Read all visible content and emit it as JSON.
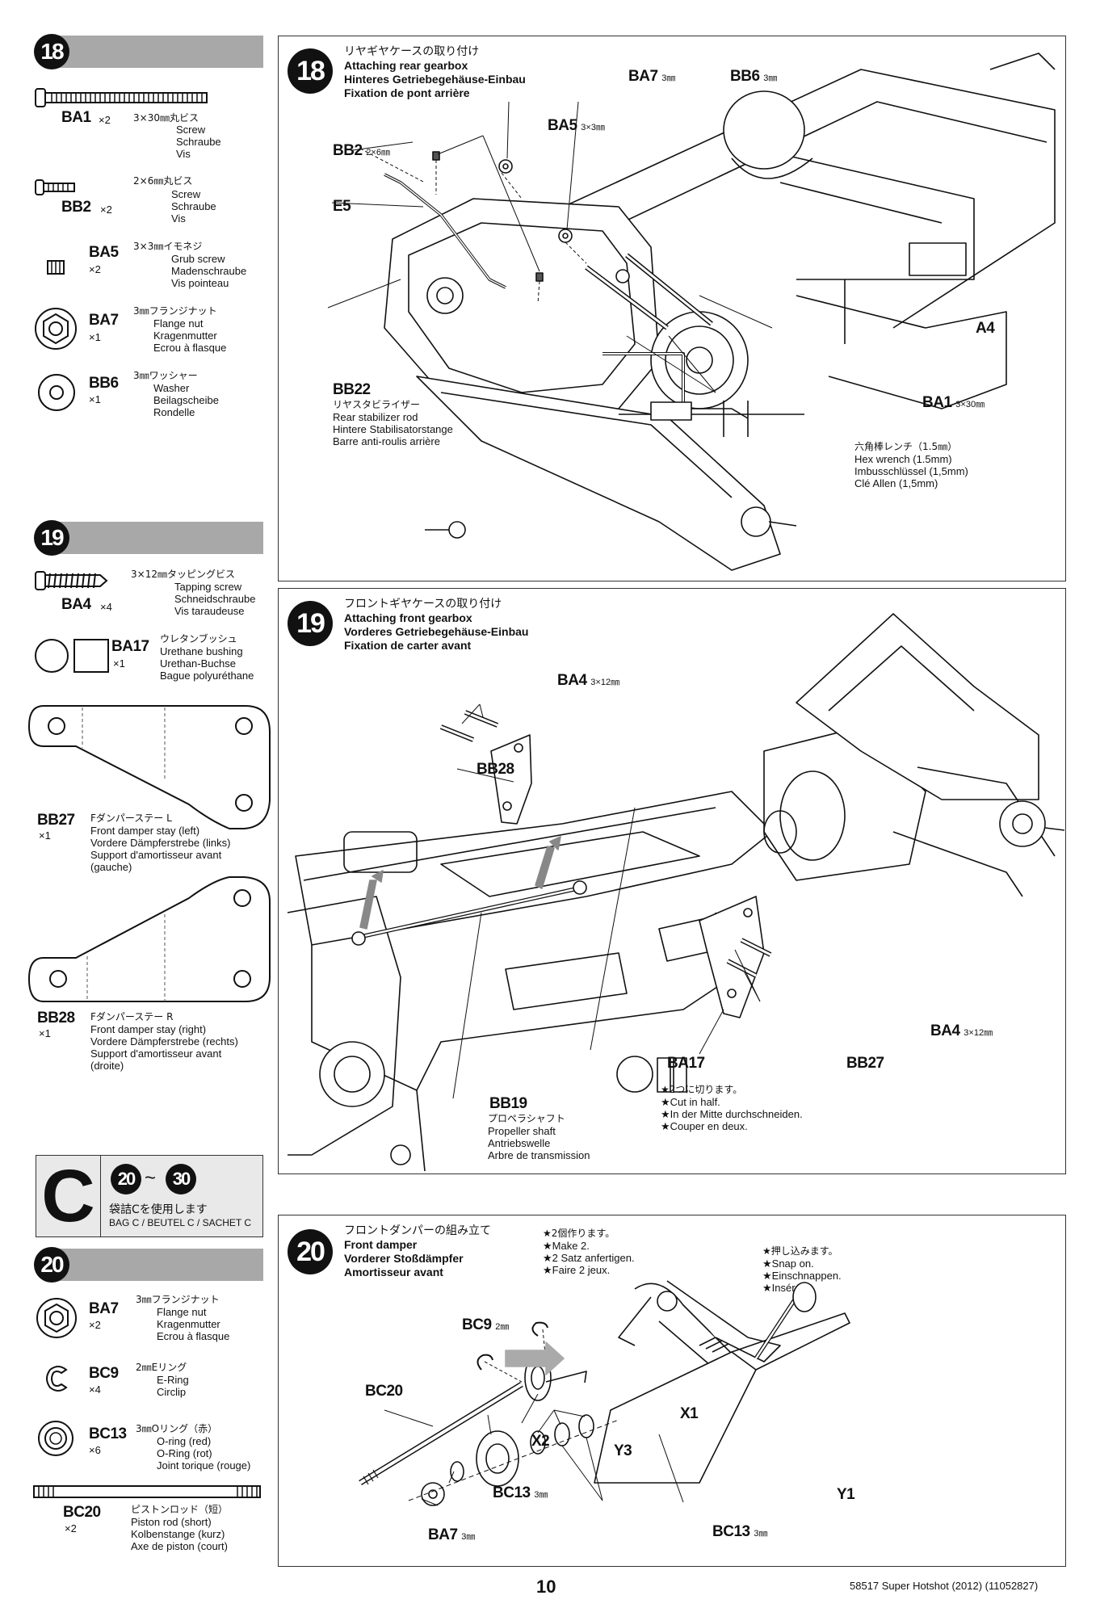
{
  "left": {
    "step18": {
      "num": "18",
      "parts": [
        {
          "code": "BA1",
          "qty": "×2",
          "ja": "3×30㎜丸ビス",
          "desc": [
            "Screw",
            "Schraube",
            "Vis"
          ]
        },
        {
          "code": "BB2",
          "qty": "×2",
          "ja": "2×6㎜丸ビス",
          "desc": [
            "Screw",
            "Schraube",
            "Vis"
          ]
        },
        {
          "code": "BA5",
          "qty": "×2",
          "ja": "3×3㎜イモネジ",
          "desc": [
            "Grub screw",
            "Madenschraube",
            "Vis pointeau"
          ]
        },
        {
          "code": "BA7",
          "qty": "×1",
          "ja": "3㎜フランジナット",
          "desc": [
            "Flange nut",
            "Kragenmutter",
            "Ecrou à flasque"
          ]
        },
        {
          "code": "BB6",
          "qty": "×1",
          "ja": "3㎜ワッシャー",
          "desc": [
            "Washer",
            "Beilagscheibe",
            "Rondelle"
          ]
        }
      ]
    },
    "step19": {
      "num": "19",
      "parts": [
        {
          "code": "BA4",
          "qty": "×4",
          "ja": "3×12㎜タッピングビス",
          "desc": [
            "Tapping screw",
            "Schneidschraube",
            "Vis taraudeuse"
          ]
        },
        {
          "code": "BA17",
          "qty": "×1",
          "ja": "ウレタンブッシュ",
          "desc": [
            "Urethane bushing",
            "Urethan-Buchse",
            "Bague polyuréthane"
          ]
        },
        {
          "code": "BB27",
          "qty": "×1",
          "ja": "Fダンパーステー L",
          "desc": [
            "Front damper stay (left)",
            "Vordere Dämpferstrebe (links)",
            "Support d'amortisseur avant",
            "(gauche)"
          ]
        },
        {
          "code": "BB28",
          "qty": "×1",
          "ja": "Fダンパーステー R",
          "desc": [
            "Front damper stay (right)",
            "Vordere Dämpferstrebe (rechts)",
            "Support d'amortisseur avant",
            "(droite)"
          ]
        }
      ]
    },
    "bag": {
      "letter": "C",
      "from": "20",
      "tilde": "~",
      "to": "30",
      "ja": "袋詰Cを使用します",
      "en": "BAG C / BEUTEL C / SACHET C"
    },
    "step20": {
      "num": "20",
      "parts": [
        {
          "code": "BA7",
          "qty": "×2",
          "ja": "3㎜フランジナット",
          "desc": [
            "Flange nut",
            "Kragenmutter",
            "Ecrou à flasque"
          ]
        },
        {
          "code": "BC9",
          "qty": "×4",
          "ja": "2㎜Eリング",
          "desc": [
            "E-Ring",
            "Circlip"
          ]
        },
        {
          "code": "BC13",
          "qty": "×6",
          "ja": "3㎜Oリング（赤）",
          "desc": [
            "O-ring (red)",
            "O-Ring (rot)",
            "Joint torique (rouge)"
          ]
        },
        {
          "code": "BC20",
          "qty": "×2",
          "ja": "ピストンロッド（短）",
          "desc": [
            "Piston rod (short)",
            "Kolbenstange (kurz)",
            "Axe de piston (court)"
          ]
        }
      ]
    }
  },
  "panels": {
    "p18": {
      "num": "18",
      "title_ja": "リヤギヤケースの取り付け",
      "title_en": "Attaching rear gearbox",
      "title_de": "Hinteres Getriebegehäuse-Einbau",
      "title_fr": "Fixation de pont arrière",
      "labels": {
        "ba7": "BA7",
        "ba7_size": "3㎜",
        "bb6": "BB6",
        "bb6_size": "3㎜",
        "ba5": "BA5",
        "ba5_size": "3×3㎜",
        "bb2": "BB2",
        "bb2_size": "2×6㎜",
        "e5": "E5",
        "a4": "A4",
        "ba1": "BA1",
        "ba1_size": "3×30㎜",
        "bb22": "BB22"
      },
      "bb22_desc": [
        "リヤスタビライザー",
        "Rear stabilizer rod",
        "Hintere Stabilisatorstange",
        "Barre anti-roulis arrière"
      ],
      "wrench": [
        "六角棒レンチ（1.5㎜）",
        "Hex wrench (1.5mm)",
        "Imbusschlüssel (1,5mm)",
        "Clé Allen (1,5mm)"
      ]
    },
    "p19": {
      "num": "19",
      "title_ja": "フロントギヤケースの取り付け",
      "title_en": "Attaching front gearbox",
      "title_de": "Vorderes Getriebegehäuse-Einbau",
      "title_fr": "Fixation de carter avant",
      "labels": {
        "ba4_top": "BA4",
        "ba4_top_size": "3×12㎜",
        "bb28": "BB28",
        "ba4_right": "BA4",
        "ba4_right_size": "3×12㎜",
        "ba17": "BA17",
        "bb27": "BB27",
        "bb19": "BB19"
      },
      "cut_note": [
        "★2つに切ります。",
        "★Cut in half.",
        "★In der Mitte durchschneiden.",
        "★Couper en deux."
      ],
      "bb19_desc": [
        "プロペラシャフト",
        "Propeller shaft",
        "Antriebswelle",
        "Arbre de transmission"
      ]
    },
    "p20": {
      "num": "20",
      "title_ja": "フロントダンパーの組み立て",
      "title_en": "Front damper",
      "title_de": "Vorderer Stoßdämpfer",
      "title_fr": "Amortisseur avant",
      "make_note": [
        "★2個作ります。",
        "★Make 2.",
        "★2 Satz anfertigen.",
        "★Faire 2 jeux."
      ],
      "snap_note": [
        "★押し込みます。",
        "★Snap on.",
        "★Einschnappen.",
        "★Insérer."
      ],
      "labels": {
        "bc9": "BC9",
        "bc9_size": "2㎜",
        "bc20": "BC20",
        "x2": "X2",
        "x1": "X1",
        "y3": "Y3",
        "y1": "Y1",
        "bc13_left": "BC13",
        "bc13_left_size": "3㎜",
        "bc13_right": "BC13",
        "bc13_right_size": "3㎜",
        "ba7": "BA7",
        "ba7_size": "3㎜"
      }
    }
  },
  "footer": {
    "page": "10",
    "model": "58517 Super Hotshot (2012) (11052827)"
  }
}
